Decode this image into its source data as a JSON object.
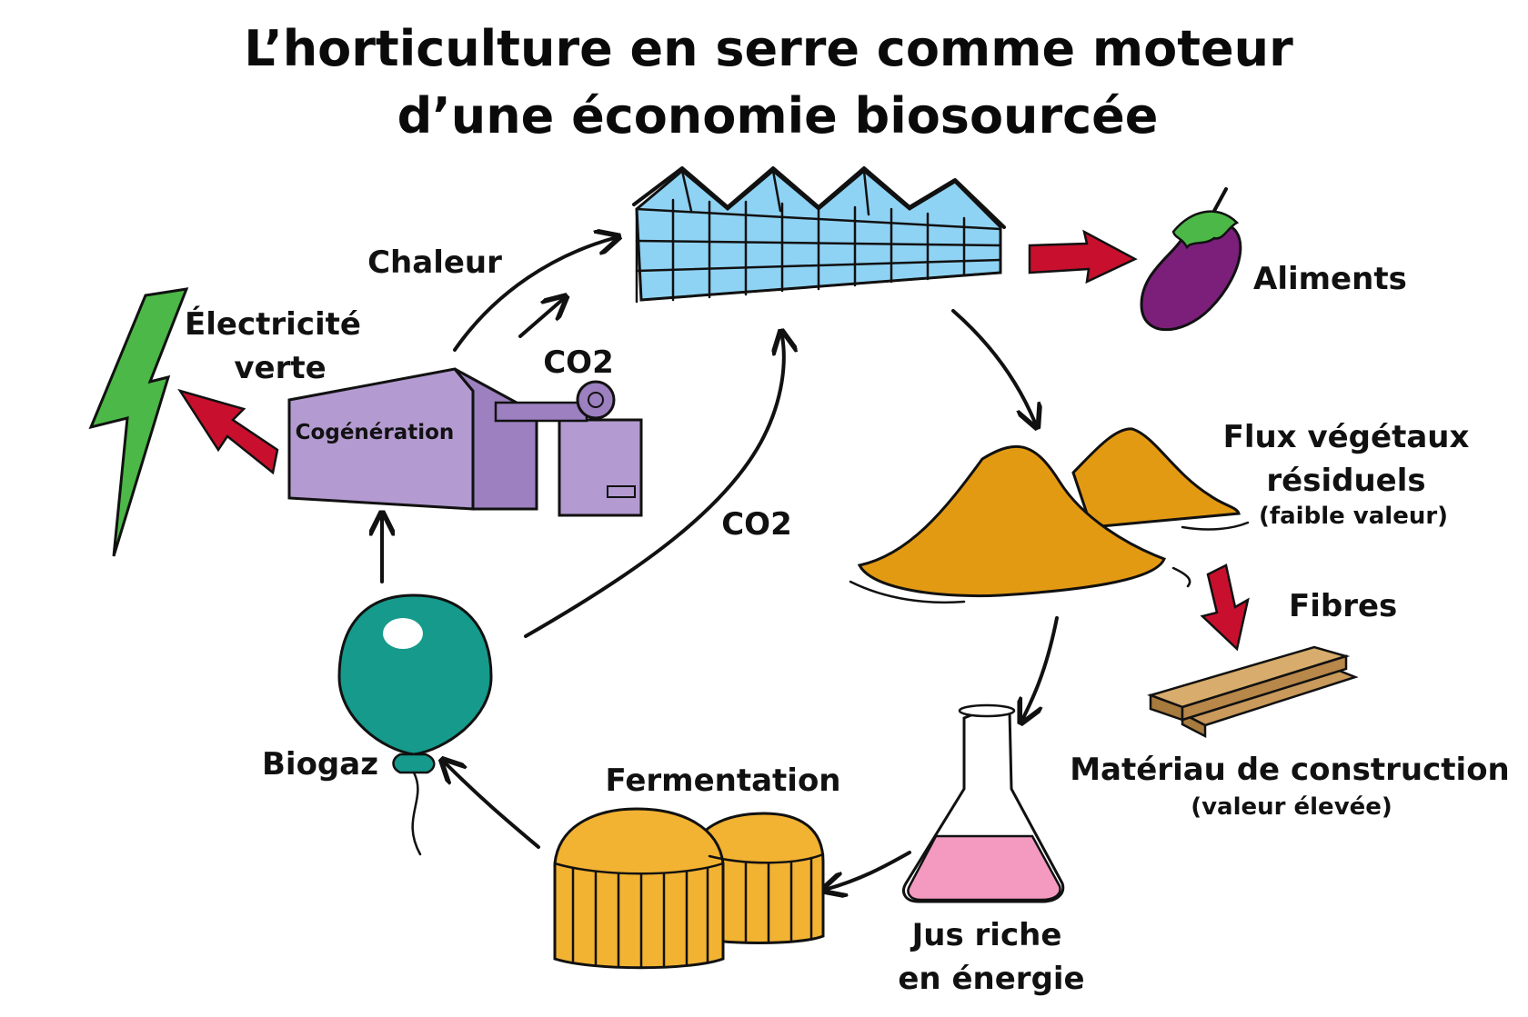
{
  "title": {
    "line1": "L’horticulture en serre comme moteur",
    "line2": "d’une économie biosourcée"
  },
  "nodes": {
    "greenhouse": "",
    "food": "Aliments",
    "residual_line1": "Flux végétaux",
    "residual_line2": "résiduels",
    "residual_note": "(faible valeur)",
    "fibres": "Fibres",
    "material": "Matériau de construction",
    "material_note": "(valeur élevée)",
    "juice_line1": "Jus riche",
    "juice_line2": "en énergie",
    "fermentation": "Fermentation",
    "biogas": "Biogaz",
    "cogeneration": "Cogénération",
    "electricity_line1": "Électricité",
    "electricity_line2": "verte"
  },
  "edges": {
    "heat": "Chaleur",
    "co2_upper": "CO2",
    "co2_lower": "CO2"
  },
  "colors": {
    "greenhouse_glass": "#8fd3f4",
    "cogeneration": "#b39ad0",
    "lightning": "#4cb847",
    "eggplant": "#7b1f7a",
    "piles": "#e39a13",
    "planks": "#c99a5b",
    "flask_liquid": "#f49ac1",
    "tanks": "#f2b232",
    "balloon": "#159a8c",
    "red_arrow": "#c8102e"
  }
}
